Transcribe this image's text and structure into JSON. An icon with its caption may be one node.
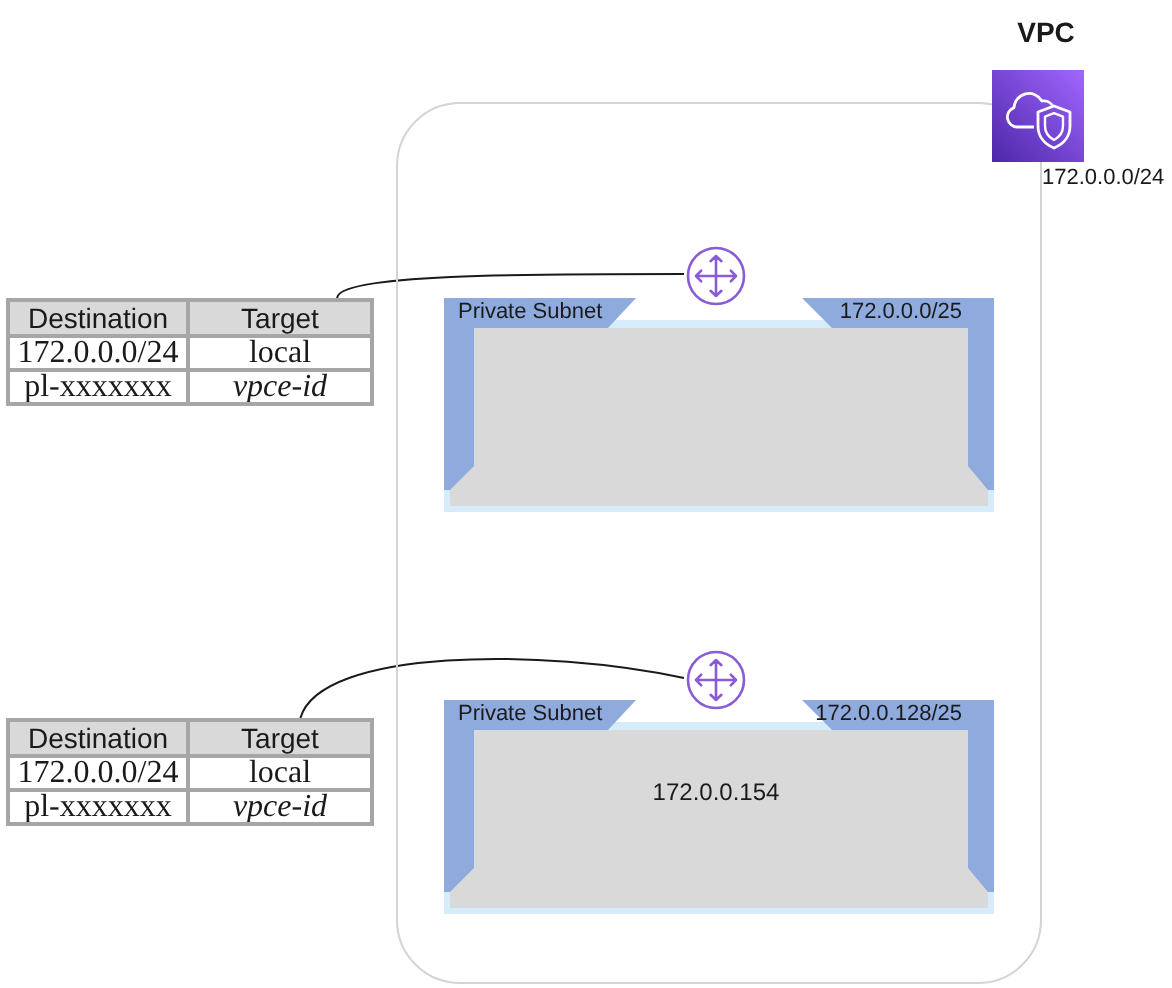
{
  "diagram": {
    "nodes": [
      {
        "text": [
          "VPC",
          "172.0.0.0/24"
        ]
      },
      {
        "text": [
          "Destination",
          "Target",
          "172.0.0.0/24",
          "local",
          "pl-xxxxxxx",
          "vpce-id"
        ]
      },
      {
        "text": [],
        "shape": "circle",
        "in": 0
      },
      {
        "text": [
          "Private Subnet",
          "172.0.0.0/25"
        ],
        "in": 0
      },
      {
        "text": [
          "Destination",
          "Target",
          "172.0.0.0/24",
          "local",
          "pl-xxxxxxx",
          "vpce-id"
        ]
      },
      {
        "text": [],
        "shape": "circle",
        "in": 0
      },
      {
        "text": [
          "Private Subnet",
          "172.0.0.128/25"
        ],
        "in": 0
      }
    ],
    "edges": [
      {
        "from": 1,
        "to": 2,
        "arrow": "none"
      },
      {
        "from": 4,
        "to": 5,
        "arrow": "none"
      }
    ],
    "labels": [
      "172.0.0.154"
    ]
  }
}
